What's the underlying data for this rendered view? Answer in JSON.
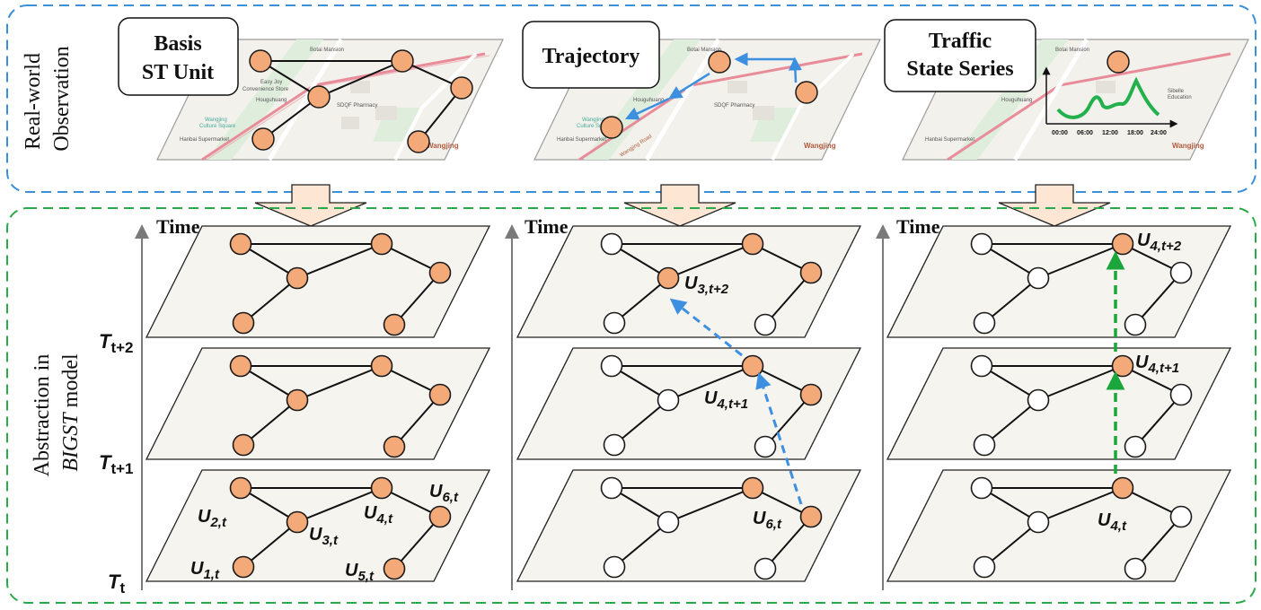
{
  "top_panel": {
    "row_label_line1": "Real-world",
    "row_label_line2": "Observation",
    "panels": [
      {
        "title_line1": "Basis",
        "title_line2": "ST Unit"
      },
      {
        "title_line1": "Trajectory",
        "title_line2": ""
      },
      {
        "title_line1": "Traffic",
        "title_line2": "State Series"
      }
    ],
    "map_labels": {
      "mansion": "Botai Mansion",
      "store_line1": "Easy Joy",
      "store_line2": "Convenience Store",
      "area": "Houguhuang",
      "square_line1": "Wangjing",
      "square_line2": "Culture Square",
      "pharmacy": "SDQF Pharmacy",
      "supermarket": "Hanbai Supermarket",
      "district": "Wangjing",
      "road": "Wangjing Road",
      "school_line1": "Sibelle",
      "school_line2": "Education"
    },
    "series_ticks": [
      "00:00",
      "06:00",
      "12:00",
      "18:00",
      "24:00"
    ]
  },
  "bottom_panel": {
    "row_label_line1": "Abstraction in",
    "row_label_italic": "BIGST",
    "row_label_suffix": " model",
    "time_label": "Time",
    "layer_labels": [
      {
        "base": "T",
        "sub": "t"
      },
      {
        "base": "T",
        "sub": "t+1"
      },
      {
        "base": "T",
        "sub": "t+2"
      }
    ],
    "unit_labels": [
      {
        "base": "U",
        "sub": "1,t"
      },
      {
        "base": "U",
        "sub": "2,t"
      },
      {
        "base": "U",
        "sub": "3,t"
      },
      {
        "base": "U",
        "sub": "4,t"
      },
      {
        "base": "U",
        "sub": "5,t"
      },
      {
        "base": "U",
        "sub": "6,t"
      }
    ],
    "trajectory_labels": [
      {
        "base": "U",
        "sub": "6,t"
      },
      {
        "base": "U",
        "sub": "4,t+1"
      },
      {
        "base": "U",
        "sub": "3,t+2"
      }
    ],
    "traffic_labels": [
      {
        "base": "U",
        "sub": "4,t"
      },
      {
        "base": "U",
        "sub": "4,t+1"
      },
      {
        "base": "U",
        "sub": "4,t+2"
      }
    ]
  },
  "colors": {
    "node_fill": "#f4a978",
    "node_stroke": "#1a1a1a",
    "blue_arrow": "#3d8fe0",
    "green_arrow": "#1aa63a",
    "top_border": "#3a8fd8",
    "bottom_border": "#2aa84a",
    "plane_fill": "#f6f4ef",
    "down_arrow_fill": "#fde6d3"
  }
}
